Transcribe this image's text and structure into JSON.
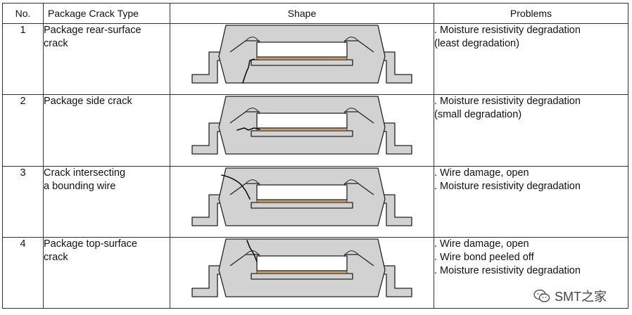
{
  "headers": {
    "no": "No.",
    "type": "Package Crack Type",
    "shape": "Shape",
    "problems": "Problems"
  },
  "rows": [
    {
      "no": "1",
      "type_lines": [
        "Package rear-surface",
        "crack"
      ],
      "problem_lines": [
        ". Moisture resistivity degradation",
        "(least degradation)"
      ]
    },
    {
      "no": "2",
      "type_lines": [
        "Package side crack"
      ],
      "problem_lines": [
        ". Moisture resistivity degradation",
        "(small degradation)"
      ]
    },
    {
      "no": "3",
      "type_lines": [
        "Crack intersecting",
        "a bounding wire"
      ],
      "problem_lines": [
        ". Wire damage, open",
        ". Moisture resistivity degradation"
      ]
    },
    {
      "no": "4",
      "type_lines": [
        "Package top-surface",
        "crack"
      ],
      "problem_lines": [
        ". Wire damage, open",
        ". Wire bond peeled off",
        ". Moisture resistivity degradation"
      ]
    }
  ],
  "watermark": {
    "text": "SMT之家",
    "icon": "wechat-icon"
  },
  "colors": {
    "package_fill": "#d2d2d2",
    "outline": "#222222",
    "die_fill": "#ffffff",
    "die_attach": "#c8a070"
  }
}
